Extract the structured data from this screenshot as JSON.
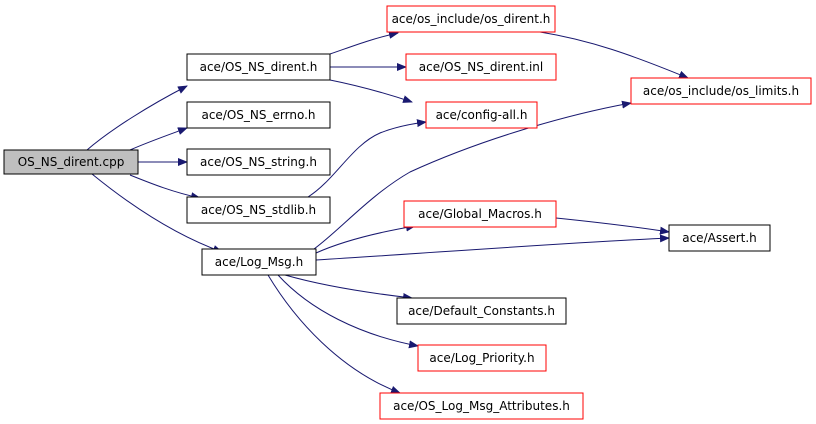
{
  "colors": {
    "edge": "#191970",
    "root_fill": "#bfbfbf",
    "border_normal": "#000000",
    "border_external": "#ff0000"
  },
  "nodes": {
    "root": {
      "label": "OS_NS_dirent.cpp",
      "kind": "root"
    },
    "os_ns_dirent": {
      "label": "ace/OS_NS_dirent.h",
      "kind": "normal"
    },
    "os_ns_errno": {
      "label": "ace/OS_NS_errno.h",
      "kind": "normal"
    },
    "os_ns_string": {
      "label": "ace/OS_NS_string.h",
      "kind": "normal"
    },
    "os_ns_stdlib": {
      "label": "ace/OS_NS_stdlib.h",
      "kind": "normal"
    },
    "log_msg": {
      "label": "ace/Log_Msg.h",
      "kind": "normal"
    },
    "os_dirent": {
      "label": "ace/os_include/os_dirent.h",
      "kind": "external"
    },
    "os_ns_dirent_inl": {
      "label": "ace/OS_NS_dirent.inl",
      "kind": "external"
    },
    "config_all": {
      "label": "ace/config-all.h",
      "kind": "external"
    },
    "os_limits": {
      "label": "ace/os_include/os_limits.h",
      "kind": "external"
    },
    "global_macros": {
      "label": "ace/Global_Macros.h",
      "kind": "external"
    },
    "assert": {
      "label": "ace/Assert.h",
      "kind": "normal"
    },
    "default_constants": {
      "label": "ace/Default_Constants.h",
      "kind": "normal"
    },
    "log_priority": {
      "label": "ace/Log_Priority.h",
      "kind": "external"
    },
    "os_log_msg_attributes": {
      "label": "ace/OS_Log_Msg_Attributes.h",
      "kind": "external"
    }
  },
  "edges": [
    [
      "root",
      "os_ns_dirent"
    ],
    [
      "root",
      "os_ns_errno"
    ],
    [
      "root",
      "os_ns_string"
    ],
    [
      "root",
      "os_ns_stdlib"
    ],
    [
      "root",
      "log_msg"
    ],
    [
      "os_ns_dirent",
      "os_dirent"
    ],
    [
      "os_ns_dirent",
      "os_ns_dirent_inl"
    ],
    [
      "os_ns_dirent",
      "config_all"
    ],
    [
      "os_dirent",
      "os_limits"
    ],
    [
      "os_ns_stdlib",
      "config_all"
    ],
    [
      "log_msg",
      "os_limits"
    ],
    [
      "log_msg",
      "global_macros"
    ],
    [
      "log_msg",
      "assert"
    ],
    [
      "global_macros",
      "assert"
    ],
    [
      "log_msg",
      "default_constants"
    ],
    [
      "log_msg",
      "log_priority"
    ],
    [
      "log_msg",
      "os_log_msg_attributes"
    ]
  ]
}
